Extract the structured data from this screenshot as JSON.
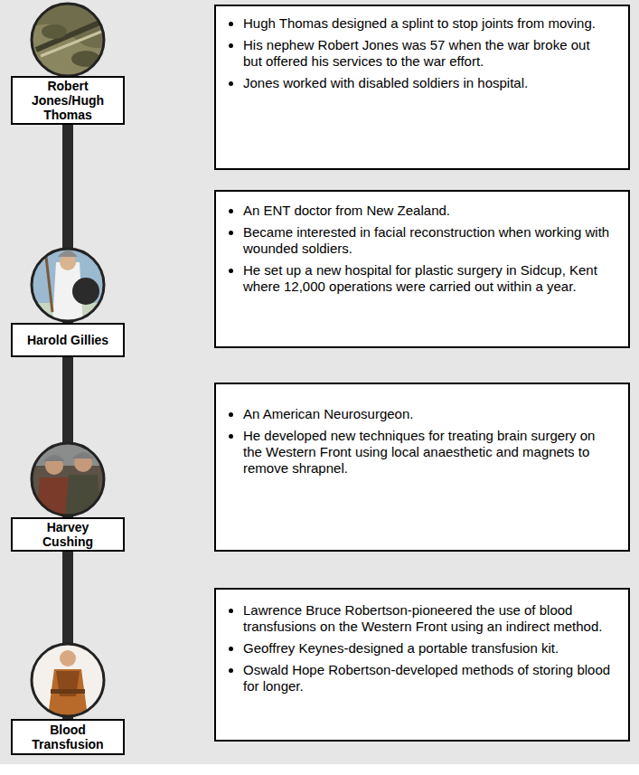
{
  "diagram": {
    "nodes": [
      {
        "text": [
          "Robert Jones/Hugh Thomas"
        ]
      },
      {
        "text": [
          "Hugh Thomas designed a splint to stop joints from moving.",
          "His nephew Robert Jones was 57 when the war broke out but offered his services to the war effort.",
          "Jones worked with disabled soldiers in hospital."
        ]
      },
      {
        "text": [
          "Harold Gillies"
        ]
      },
      {
        "text": [
          "An ENT doctor from New Zealand.",
          "Became interested in facial reconstruction when working with wounded soldiers.",
          "He set up a new hospital for plastic surgery in Sidcup, Kent where 12,000 operations were carried out within a year."
        ]
      },
      {
        "text": [
          "Harvey Cushing"
        ]
      },
      {
        "text": [
          "An American Neurosurgeon.",
          "He developed new techniques for treating brain surgery on the Western Front using local anaesthetic and magnets to remove shrapnel."
        ]
      },
      {
        "text": [
          "Blood Transfusion"
        ]
      },
      {
        "text": [
          "Lawrence Bruce Robertson-pioneered the use of blood transfusions on the Western Front using an indirect method.",
          "Geoffrey Keynes-designed a portable transfusion kit.",
          "Oswald Hope Robertson-developed methods of storing blood for longer."
        ]
      }
    ],
    "edges": [
      {
        "from": 0,
        "to": 2,
        "arrow": "none"
      },
      {
        "from": 2,
        "to": 4,
        "arrow": "none"
      },
      {
        "from": 4,
        "to": 6,
        "arrow": "none"
      }
    ]
  }
}
